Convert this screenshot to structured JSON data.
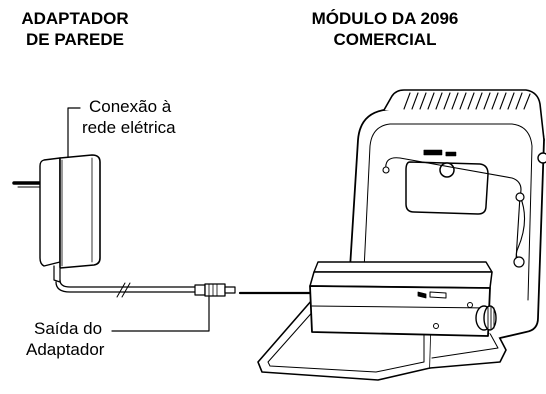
{
  "headings": {
    "adapter_line1": "ADAPTADOR",
    "adapter_line2": "DE PAREDE",
    "module_line1": "MÓDULO DA 2096",
    "module_line2": "COMERCIAL"
  },
  "callouts": {
    "mains_line1": "Conexão à",
    "mains_line2": "rede elétrica",
    "output_line1": "Saída do",
    "output_line2": "Adaptador"
  },
  "icons": {
    "adapter": "wall-adapter-icon",
    "module": "module-2096-icon"
  },
  "colors": {
    "ink": "#000000",
    "background": "#ffffff"
  }
}
